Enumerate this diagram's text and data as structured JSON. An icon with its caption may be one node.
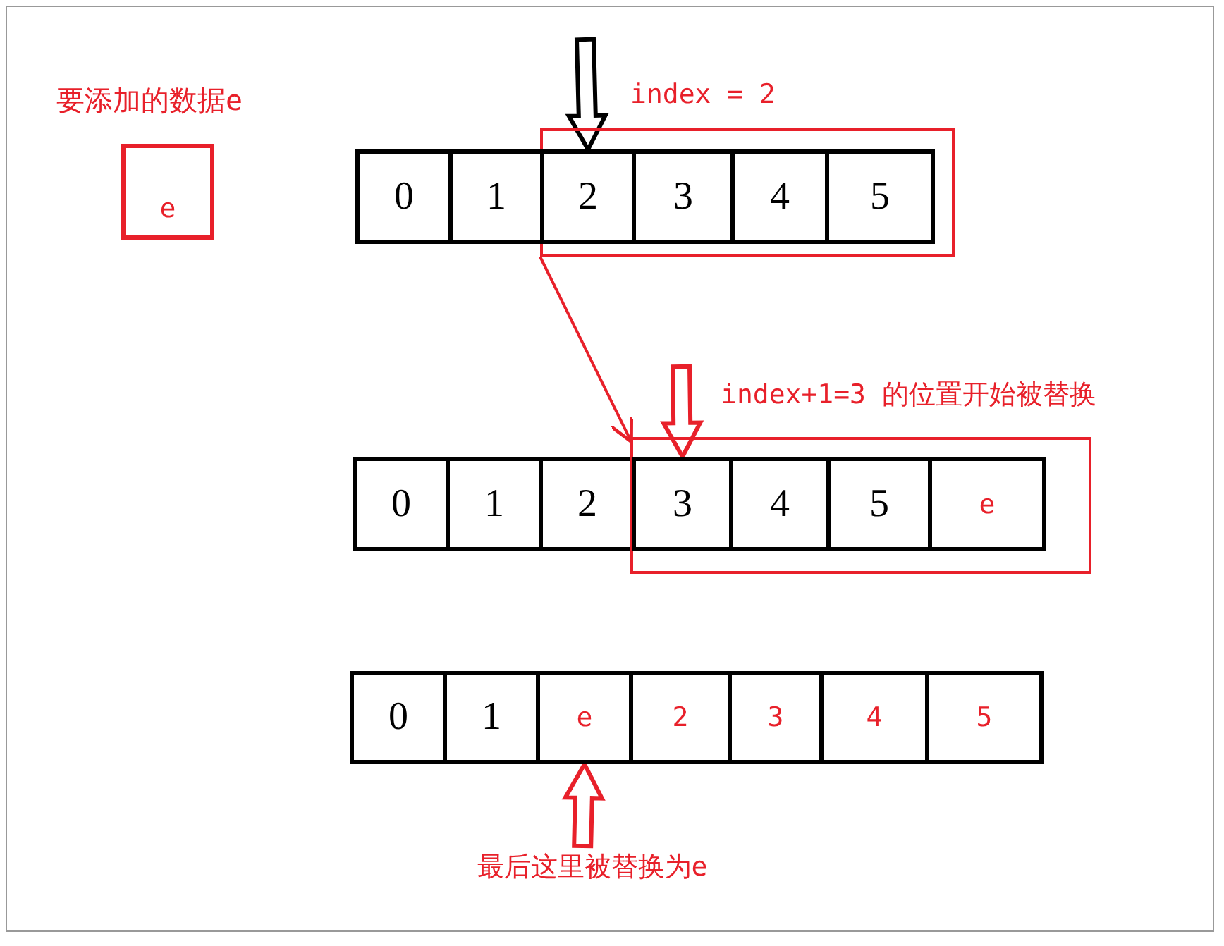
{
  "diagram": {
    "nodes": [
      {
        "text": [
          "e"
        ],
        "beside": [
          "要添加的数据e"
        ]
      },
      {
        "text": [
          "0"
        ]
      },
      {
        "text": [
          "1"
        ]
      },
      {
        "text": [],
        "shape": "box"
      },
      {
        "text": [
          "2"
        ],
        "in": 3
      },
      {
        "text": [
          "3"
        ],
        "in": 3
      },
      {
        "text": [
          "4"
        ],
        "in": 3
      },
      {
        "text": [
          "5"
        ],
        "in": 3
      },
      {
        "text": [
          "0"
        ]
      },
      {
        "text": [
          "1"
        ]
      },
      {
        "text": [
          "2"
        ]
      },
      {
        "text": [],
        "shape": "box"
      },
      {
        "text": [
          "3"
        ],
        "in": 11
      },
      {
        "text": [
          "4"
        ],
        "in": 11
      },
      {
        "text": [
          "5"
        ],
        "in": 11
      },
      {
        "text": [
          "e"
        ],
        "in": 11
      },
      {
        "text": [
          "0"
        ]
      },
      {
        "text": [
          "1"
        ]
      },
      {
        "text": [
          "e"
        ]
      },
      {
        "text": [
          "2"
        ]
      },
      {
        "text": [
          "3"
        ]
      },
      {
        "text": [
          "4"
        ]
      },
      {
        "text": [
          "5"
        ]
      },
      {
        "text": [
          "最后这里被替换为e"
        ]
      }
    ],
    "edges": [
      {
        "from": null,
        "to": 4,
        "arrow": "to",
        "style": "thick",
        "color": "#000000"
      },
      {
        "from": 3,
        "to": 11,
        "arrow": "to"
      },
      {
        "from": null,
        "to": 12,
        "arrow": "to",
        "style": "thick"
      },
      {
        "from": 23,
        "to": 18,
        "arrow": "to",
        "style": "thick"
      }
    ],
    "labels": [
      "index = 2",
      "index+1=3 的位置开始被替换"
    ]
  }
}
